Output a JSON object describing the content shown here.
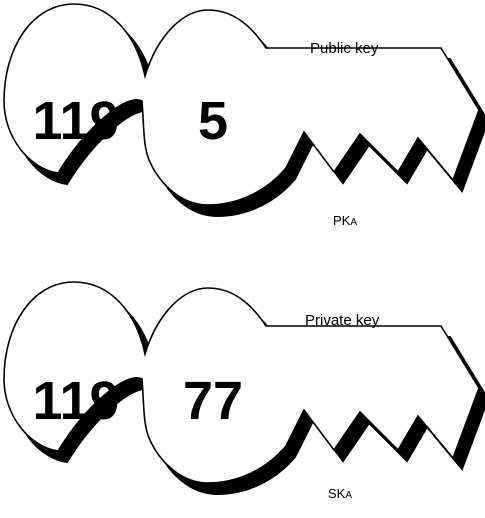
{
  "keys": [
    {
      "modulus": "119",
      "exponent": "5",
      "caption": "Public key",
      "label_main": "PK",
      "label_sub": "A"
    },
    {
      "modulus": "119",
      "exponent": "77",
      "caption": "Private key",
      "label_main": "SK",
      "label_sub": "A"
    }
  ],
  "colors": {
    "ink": "#000000",
    "paper": "#ffffff"
  }
}
